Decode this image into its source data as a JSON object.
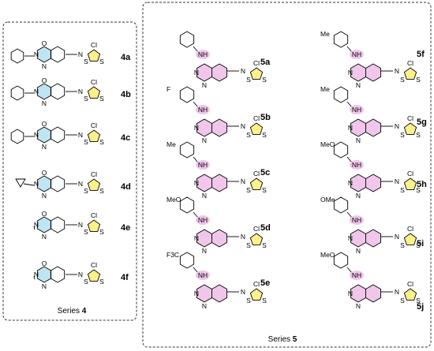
{
  "series4": {
    "caption_text": "Series ",
    "caption_num": "4",
    "compounds": [
      {
        "id": "4a",
        "label": "4a"
      },
      {
        "id": "4b",
        "label": "4b"
      },
      {
        "id": "4c",
        "label": "4c"
      },
      {
        "id": "4d",
        "label": "4d"
      },
      {
        "id": "4e",
        "label": "4e"
      },
      {
        "id": "4f",
        "label": "4f"
      }
    ]
  },
  "series5": {
    "caption_text": "Series ",
    "caption_num": "5",
    "compounds": [
      {
        "id": "5a",
        "label": "5a",
        "substituent": ""
      },
      {
        "id": "5b",
        "label": "5b",
        "substituent": "F"
      },
      {
        "id": "5c",
        "label": "5c",
        "substituent": "Me"
      },
      {
        "id": "5d",
        "label": "5d",
        "substituent": "MeO"
      },
      {
        "id": "5e",
        "label": "5e",
        "substituent": "F3C"
      },
      {
        "id": "5f",
        "label": "5f",
        "substituent": "Me"
      },
      {
        "id": "5g",
        "label": "5g",
        "substituent": "Me"
      },
      {
        "id": "5h",
        "label": "5h",
        "substituent": "MeO"
      },
      {
        "id": "5i",
        "label": "5i",
        "substituent": "OMe"
      },
      {
        "id": "5j",
        "label": "5j",
        "substituent": "MeO"
      }
    ]
  },
  "atoms": {
    "N": "N",
    "O": "O",
    "S": "S",
    "Cl": "Cl",
    "NH": "NH",
    "F": "F",
    "Me": "Me",
    "MeO": "MeO",
    "OMe": "OMe",
    "F3C": "F",
    "three": "3",
    "C": "C"
  },
  "colors": {
    "blue_highlight": "#bfe4f2",
    "pink_highlight": "#f0c6ea",
    "yellow_highlight": "#fbf08a",
    "frame": "#333333"
  }
}
